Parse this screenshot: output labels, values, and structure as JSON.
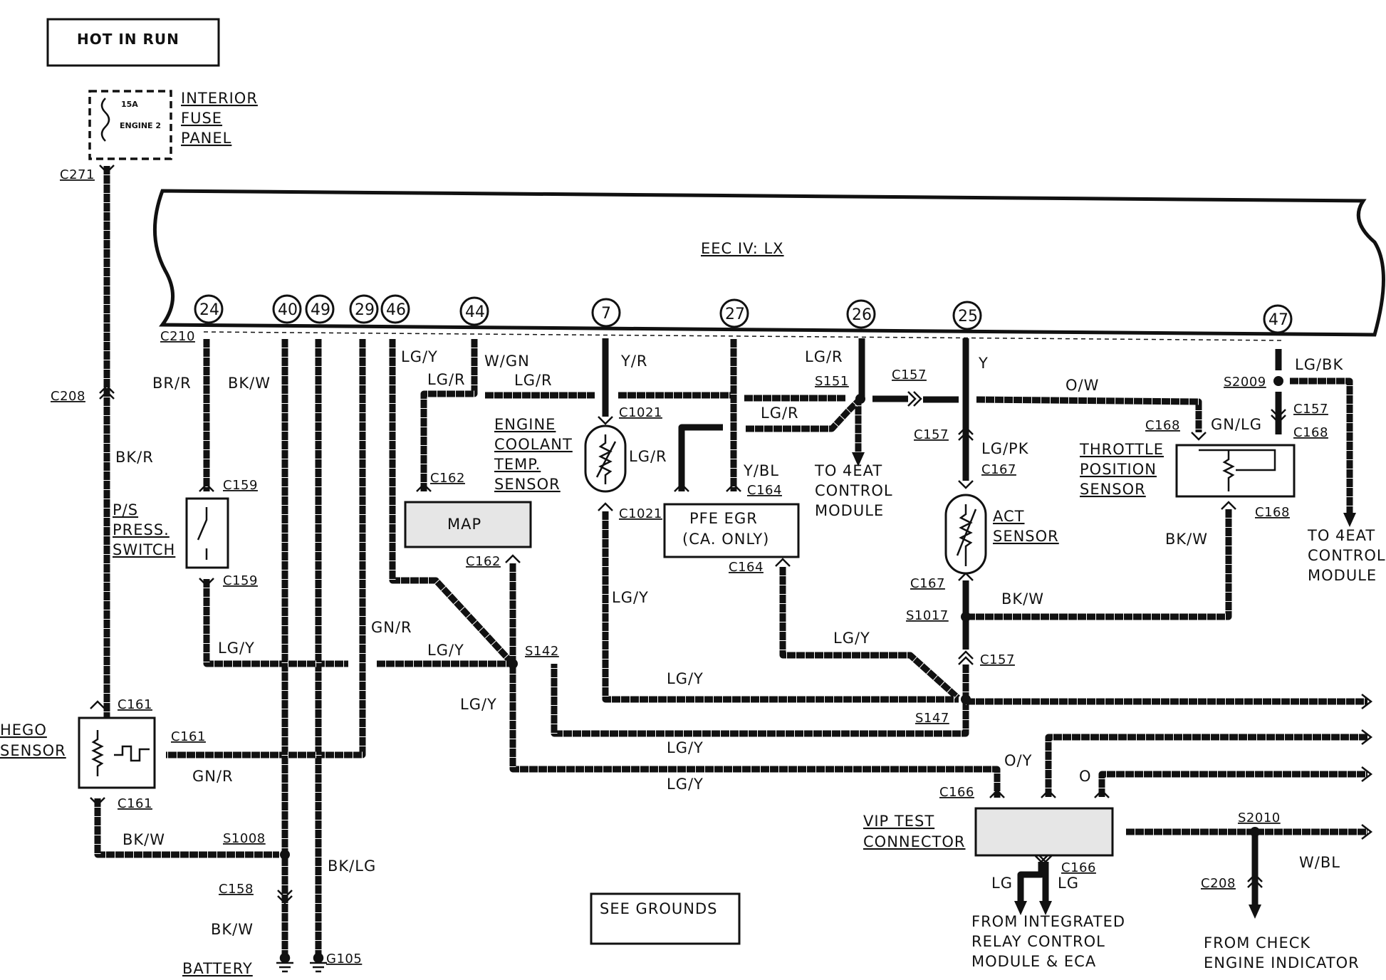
{
  "header": {
    "title": "HOT IN RUN"
  },
  "fuse": {
    "rating": "15A",
    "name": "ENGINE 2",
    "label_lines": [
      "INTERIOR",
      "FUSE",
      "PANEL"
    ]
  },
  "module": {
    "name": "EEC IV: LX"
  },
  "pins": [
    "24",
    "40",
    "49",
    "29",
    "46",
    "44",
    "7",
    "27",
    "26",
    "25",
    "47"
  ],
  "connectors": {
    "c271": "C271",
    "c208_left": "C208",
    "c210": "C210",
    "c159_top": "C159",
    "c159_bot": "C159",
    "c161_top": "C161",
    "c161_right": "C161",
    "c161_bot": "C161",
    "s1008": "S1008",
    "c158": "C158",
    "g105": "G105",
    "c162_top": "C162",
    "c162_bot": "C162",
    "s142": "S142",
    "c1021_top": "C1021",
    "c1021_bot": "C1021",
    "c164_top": "C164",
    "c164_bot": "C164",
    "s151": "S151",
    "c157_a": "C157",
    "c157_b": "C157",
    "c167_top": "C167",
    "c167_bot": "C167",
    "s1017": "S1017",
    "c157_c": "C157",
    "s147": "S147",
    "s2009": "S2009",
    "c157_d": "C157",
    "c168_a": "C168",
    "c168_b": "C168",
    "c168_c": "C168",
    "c166_top": "C166",
    "c166_bot": "C166",
    "s2010": "S2010",
    "c208_right": "C208"
  },
  "wire_colors": {
    "bk_r": "BK/R",
    "br_r": "BR/R",
    "bk_w_top": "BK/W",
    "lg_y_46": "LG/Y",
    "lg_r_a": "LG/R",
    "w_gn": "W/GN",
    "lg_r_b": "LG/R",
    "y_r": "Y/R",
    "lg_r_c": "LG/R",
    "lg_r_d": "LG/R",
    "lg_r_e": "LG/R",
    "y_bl": "Y/BL",
    "y": "Y",
    "o_w": "O/W",
    "lg_pk": "LG/PK",
    "lg_bk": "LG/BK",
    "gn_lg": "GN/LG",
    "bk_w_tps": "BK/W",
    "bk_w_act": "BK/W",
    "lg_y_ps": "LG/Y",
    "gn_r_a": "GN/R",
    "lg_y_s142": "LG/Y",
    "lg_y_s142_down": "LG/Y",
    "lg_y_7": "LG/Y",
    "lg_y_pfe": "LG/Y",
    "lg_y_c": "LG/Y",
    "lg_y_d": "LG/Y",
    "lg_y_e": "LG/Y",
    "gn_r_b": "GN/R",
    "bk_w_hego": "BK/W",
    "bk_w_batt": "BK/W",
    "bk_lg": "BK/LG",
    "o_y": "O/Y",
    "o": "O",
    "lg_a": "LG",
    "lg_b": "LG",
    "w_bl": "W/BL"
  },
  "components": {
    "ps_switch": [
      "P/S",
      "PRESS.",
      "SWITCH"
    ],
    "hego": [
      "HEGO",
      "SENSOR"
    ],
    "map": "MAP",
    "ect": [
      "ENGINE",
      "COOLANT",
      "TEMP.",
      "SENSOR"
    ],
    "pfe": [
      "PFE EGR",
      "(CA. ONLY)"
    ],
    "act": [
      "ACT",
      "SENSOR"
    ],
    "tps": [
      "THROTTLE",
      "POSITION",
      "SENSOR"
    ],
    "vip": [
      "VIP TEST",
      "CONNECTOR"
    ],
    "to_4eat_a": [
      "TO 4EAT",
      "CONTROL",
      "MODULE"
    ],
    "to_4eat_b": [
      "TO 4EAT",
      "CONTROL",
      "MODULE"
    ],
    "battery": "BATTERY",
    "see_grounds": "SEE GROUNDS",
    "from_relay": [
      "FROM INTEGRATED",
      "RELAY CONTROL",
      "MODULE & ECA"
    ],
    "from_check": [
      "FROM CHECK",
      "ENGINE INDICATOR"
    ]
  }
}
